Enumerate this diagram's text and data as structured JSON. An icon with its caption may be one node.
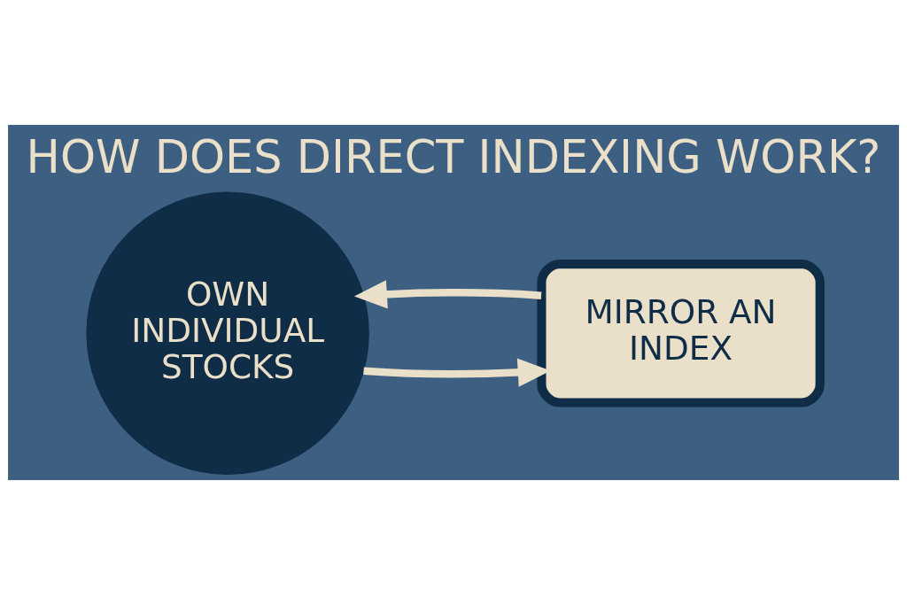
{
  "diagram": {
    "title": "HOW DOES DIRECT INDEXING WORK?",
    "nodes": [
      {
        "text": [
          "OWN INDIVIDUAL STOCKS"
        ]
      },
      {
        "text": [
          "MIRROR AN INDEX"
        ]
      }
    ],
    "edges": [
      {
        "from": 0,
        "to": 1,
        "arrow": "to"
      },
      {
        "from": 1,
        "to": 0,
        "arrow": "to"
      }
    ]
  }
}
